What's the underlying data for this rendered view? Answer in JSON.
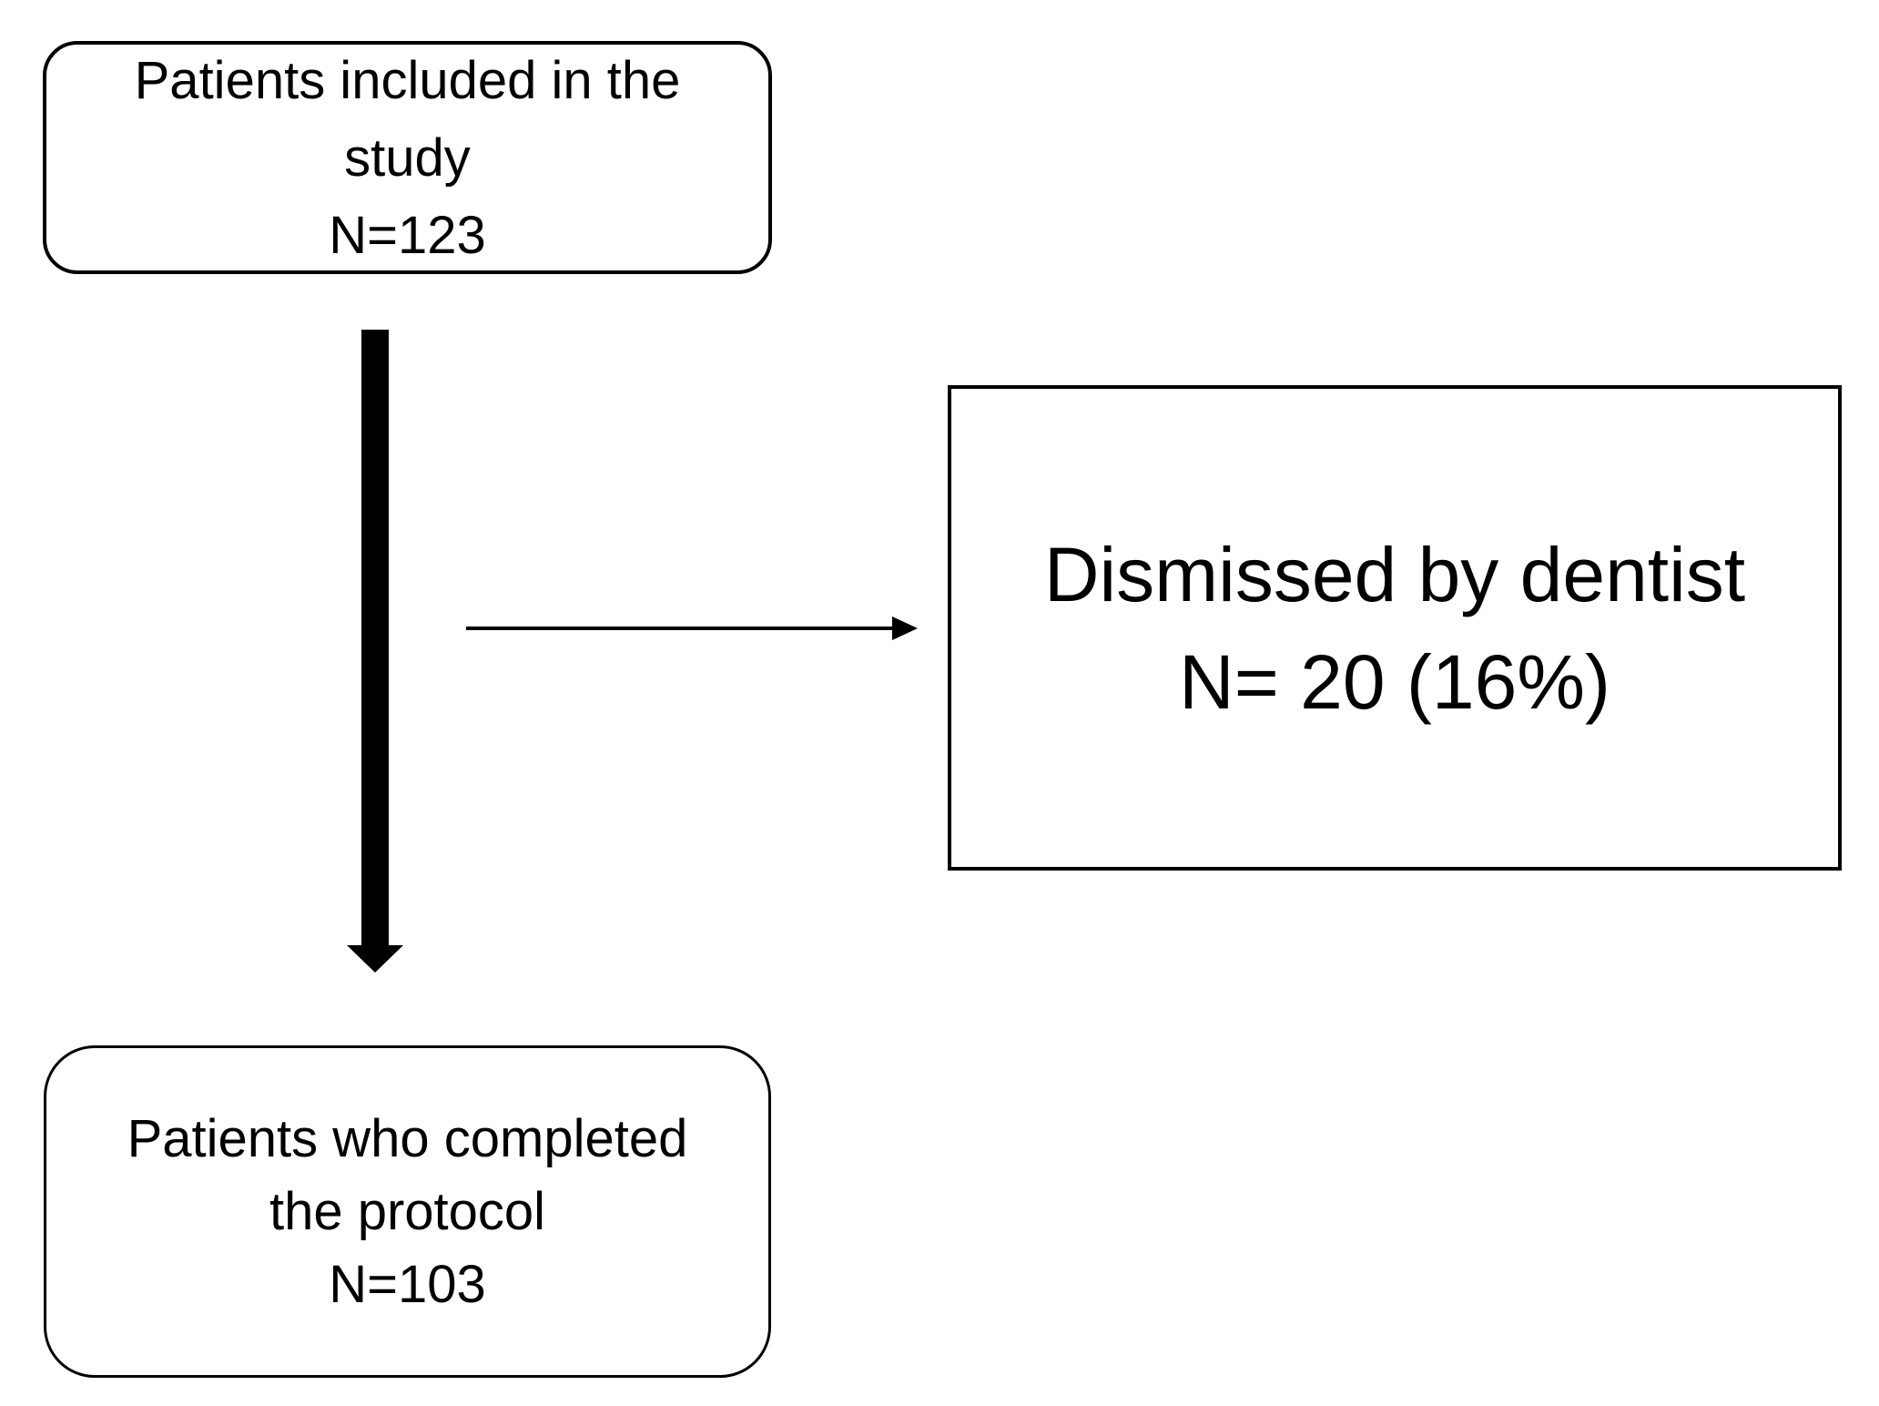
{
  "colors": {
    "line": "#000000",
    "text": "#000000",
    "background": "#ffffff"
  },
  "nodes": {
    "included": {
      "lines": [
        "Patients included in the",
        "study",
        "N=123"
      ]
    },
    "dismissed": {
      "lines": [
        "Dismissed by dentist",
        "N= 20 (16%)"
      ]
    },
    "completed": {
      "lines": [
        "Patients who completed",
        "the protocol",
        "N=103"
      ]
    }
  },
  "arrows": [
    {
      "icon": "down-arrow-icon",
      "from": "included",
      "to": "completed",
      "style": "thick-solid"
    },
    {
      "icon": "right-arrow-icon",
      "from": "included",
      "to": "dismissed",
      "style": "thin-line"
    }
  ]
}
